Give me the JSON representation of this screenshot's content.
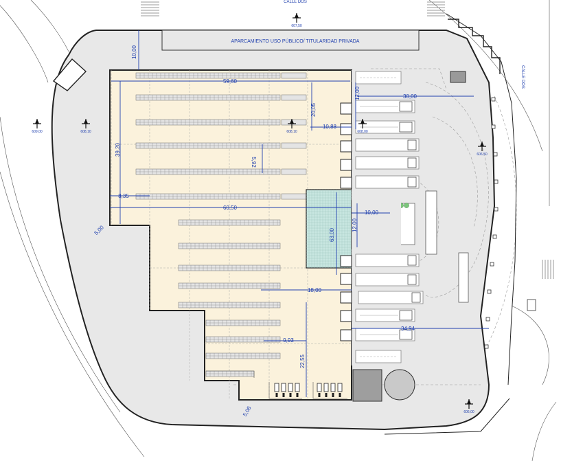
{
  "labels": {
    "street_top": "CALLE DOS",
    "street_right": "CALLE DOS",
    "parking": "APARCAMIENTO USO PÚBLICO/ TITULARIDAD PRIVADA"
  },
  "dimensions": {
    "d_10_00": "10,00",
    "d_59_60": "59,60",
    "d_20_05": "20,05",
    "d_12_00_top": "12,00",
    "d_30_00": "30,00",
    "d_10_88": "10,88",
    "d_39_20": "39,20",
    "d_5_92": "5,92",
    "d_8_35": "8,35",
    "d_60_50": "60,50",
    "d_10_00_room": "10,00",
    "d_12_00_room": "12,00",
    "d_5_00": "5,00",
    "d_63_00": "63,00",
    "d_18_00": "18,00",
    "d_34_94": "34,94",
    "d_9_93": "9,93",
    "d_22_55": "22,55",
    "d_5_06": "5,06"
  },
  "elevations": {
    "top": "607,50",
    "left": "609,00",
    "inner_left": "608,10",
    "inner_center": "608,10",
    "dock": "608,00",
    "right": "606,50",
    "bottom_right": "606,00"
  },
  "colors": {
    "warehouse_fill": "#fbf2dc",
    "blue_room": "#a9d6f4",
    "mesh_area": "#c8e6e0",
    "dimension_blue": "#1f3fae",
    "site_gray": "#e8e8e8"
  }
}
